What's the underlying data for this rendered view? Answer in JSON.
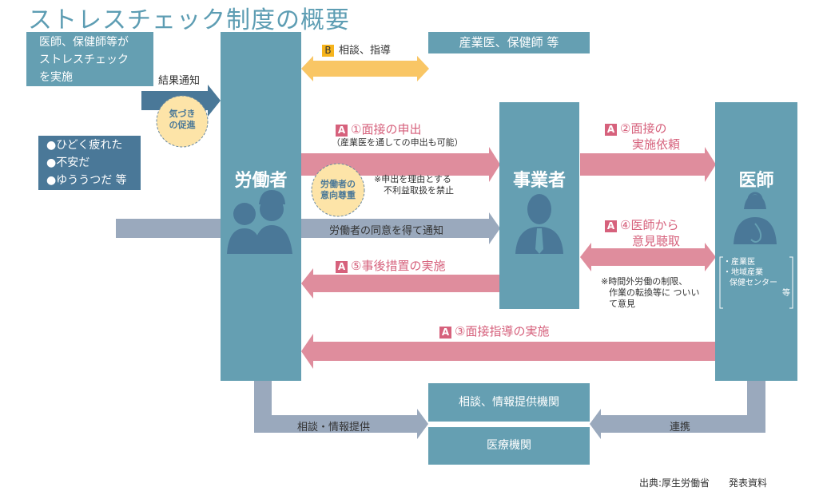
{
  "title": "ストレスチェック制度の概要",
  "boxes": {
    "implementer": [
      "医師、保健師等が",
      "ストレスチェック",
      "を実施"
    ],
    "symptoms": [
      "●ひどく疲れた",
      "●不安だ",
      "●ゆううつだ 等"
    ],
    "occupational": "産業医、保健師 等",
    "consult_org": "相談、情報提供機関",
    "medical_org": "医療機関"
  },
  "actors": {
    "worker": "労働者",
    "employer": "事業者",
    "doctor": "医師"
  },
  "doctor_note": [
    "・産業医",
    "・地域産業",
    "保健センター",
    "等"
  ],
  "badges": {
    "awareness": [
      "気づき",
      "の促進"
    ],
    "respect": [
      "労働者の",
      "意向尊重"
    ]
  },
  "arrows": {
    "result_notice": "結果通知",
    "b_tag": "B",
    "b_label": "相談、指導",
    "a_tag": "A",
    "a1": "①面接の申出",
    "a1_sub": "（産業医を通しての申出も可能）",
    "a1_note": [
      "※申出を理由とする",
      "不利益取扱を禁止"
    ],
    "consent": "労働者の同意を得て通知",
    "a5": "⑤事後措置の実施",
    "a2": [
      "②面接の",
      "実施依頼"
    ],
    "a4": [
      "④医師から",
      "意見聴取"
    ],
    "a4_note": [
      "※時間外労働の制限、",
      "作業の転換等に ついい",
      "て意見"
    ],
    "a3": "③面接指導の実施",
    "consult_info": "相談・情報提供",
    "cooperation": "連携"
  },
  "source": "出典:厚生労働省　　発表資料",
  "colors": {
    "teal": "#659fb2",
    "dark": "#4a7898",
    "pink": "#df8d9d",
    "yellow": "#f9c665",
    "gray": "#9aa9bd",
    "pink_text": "#d6617c"
  }
}
